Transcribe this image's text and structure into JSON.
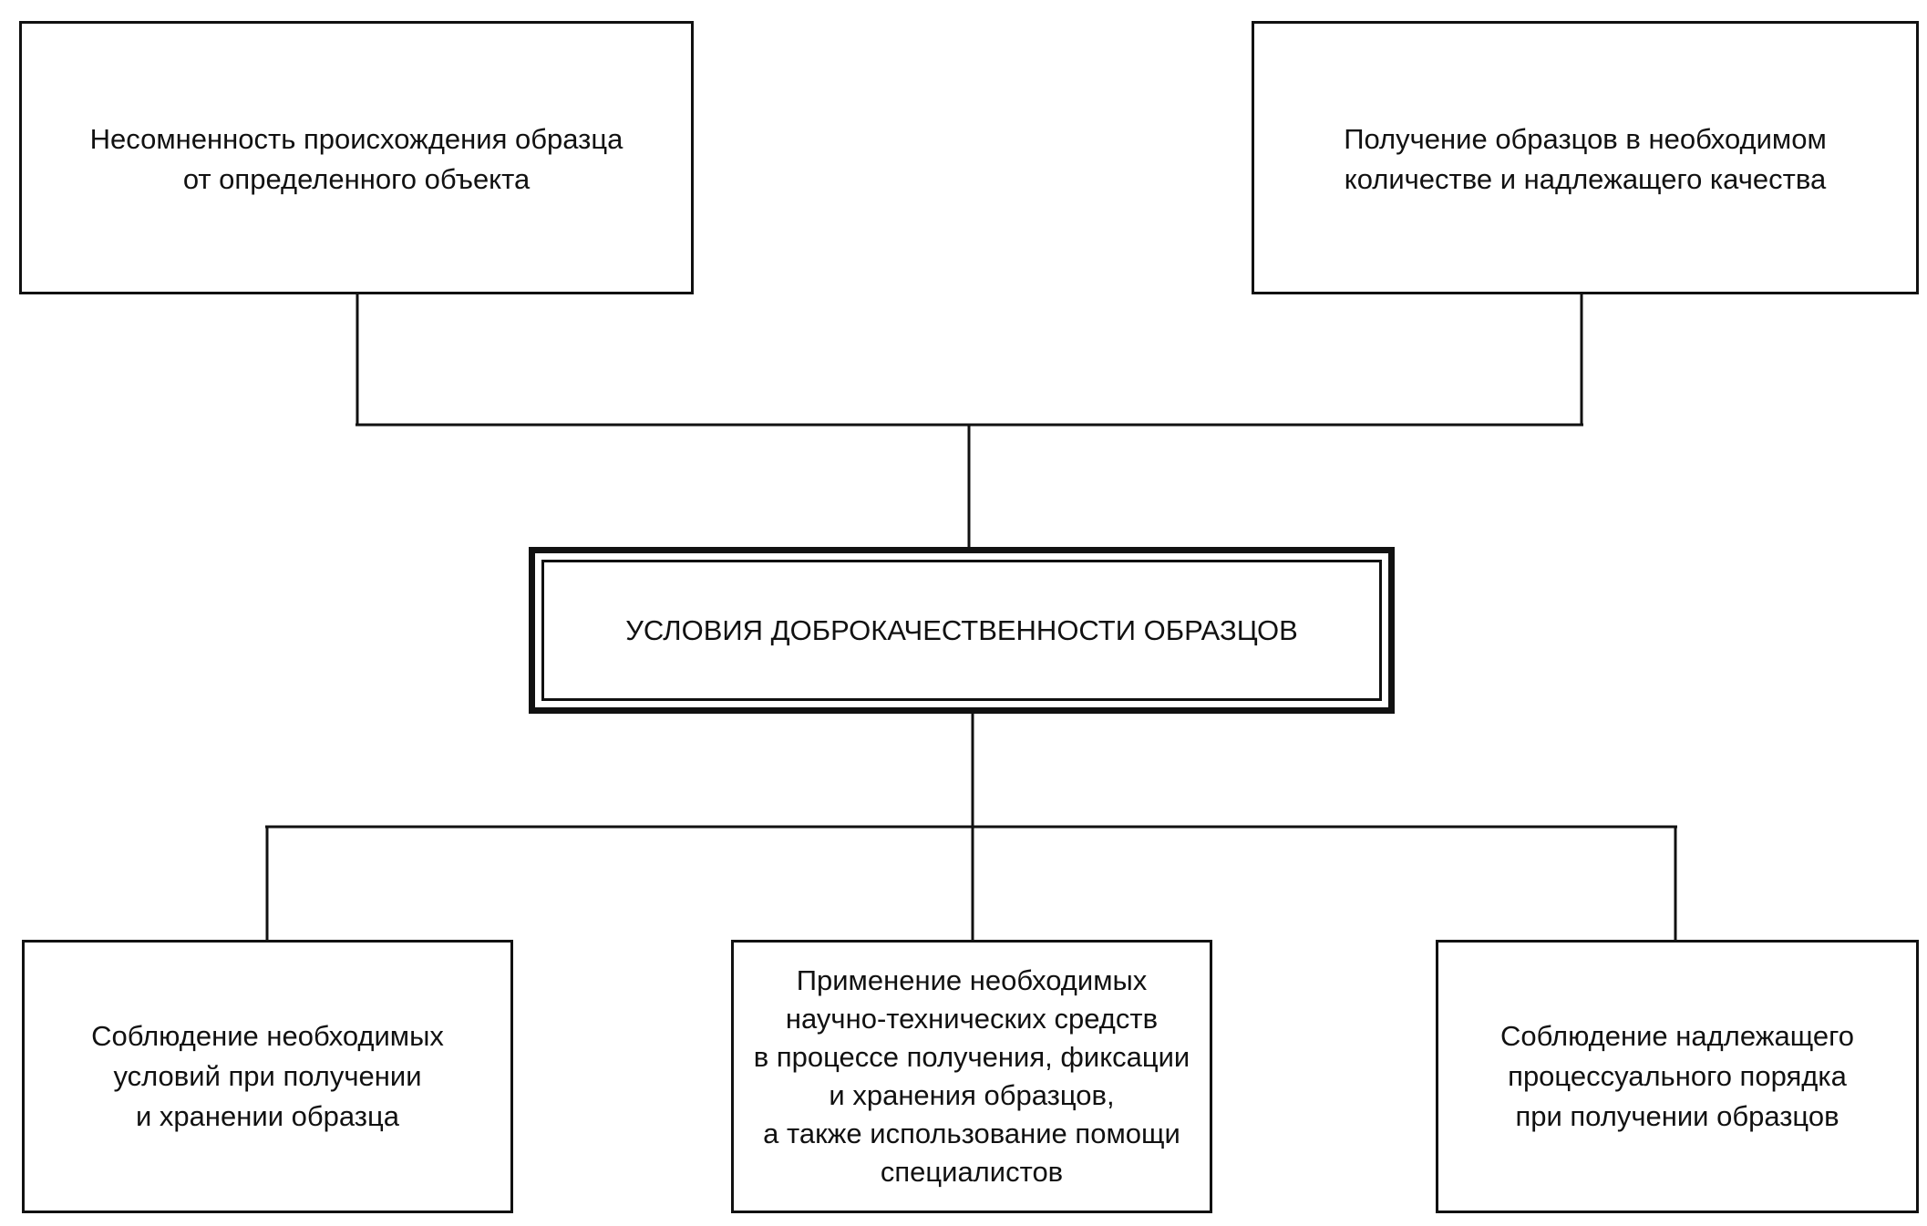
{
  "diagram": {
    "center": {
      "label": "УСЛОВИЯ ДОБРОКАЧЕСТВЕННОСТИ ОБРАЗЦОВ"
    },
    "top_nodes": [
      {
        "lines": [
          "Несомненность происхождения образца",
          "от определенного объекта"
        ]
      },
      {
        "lines": [
          "Получение образцов в необходимом",
          "количестве и надлежащего качества"
        ]
      }
    ],
    "bottom_nodes": [
      {
        "lines": [
          "Соблюдение необходимых",
          "условий при получении",
          "и хранении образца"
        ]
      },
      {
        "lines": [
          "Применение необходимых",
          "научно-технических средств",
          "в процессе получения, фиксации",
          "и хранения образцов,",
          "а также использование помощи",
          "специалистов"
        ]
      },
      {
        "lines": [
          "Соблюдение надлежащего",
          "процессуального порядка",
          "при получении образцов"
        ]
      }
    ]
  }
}
